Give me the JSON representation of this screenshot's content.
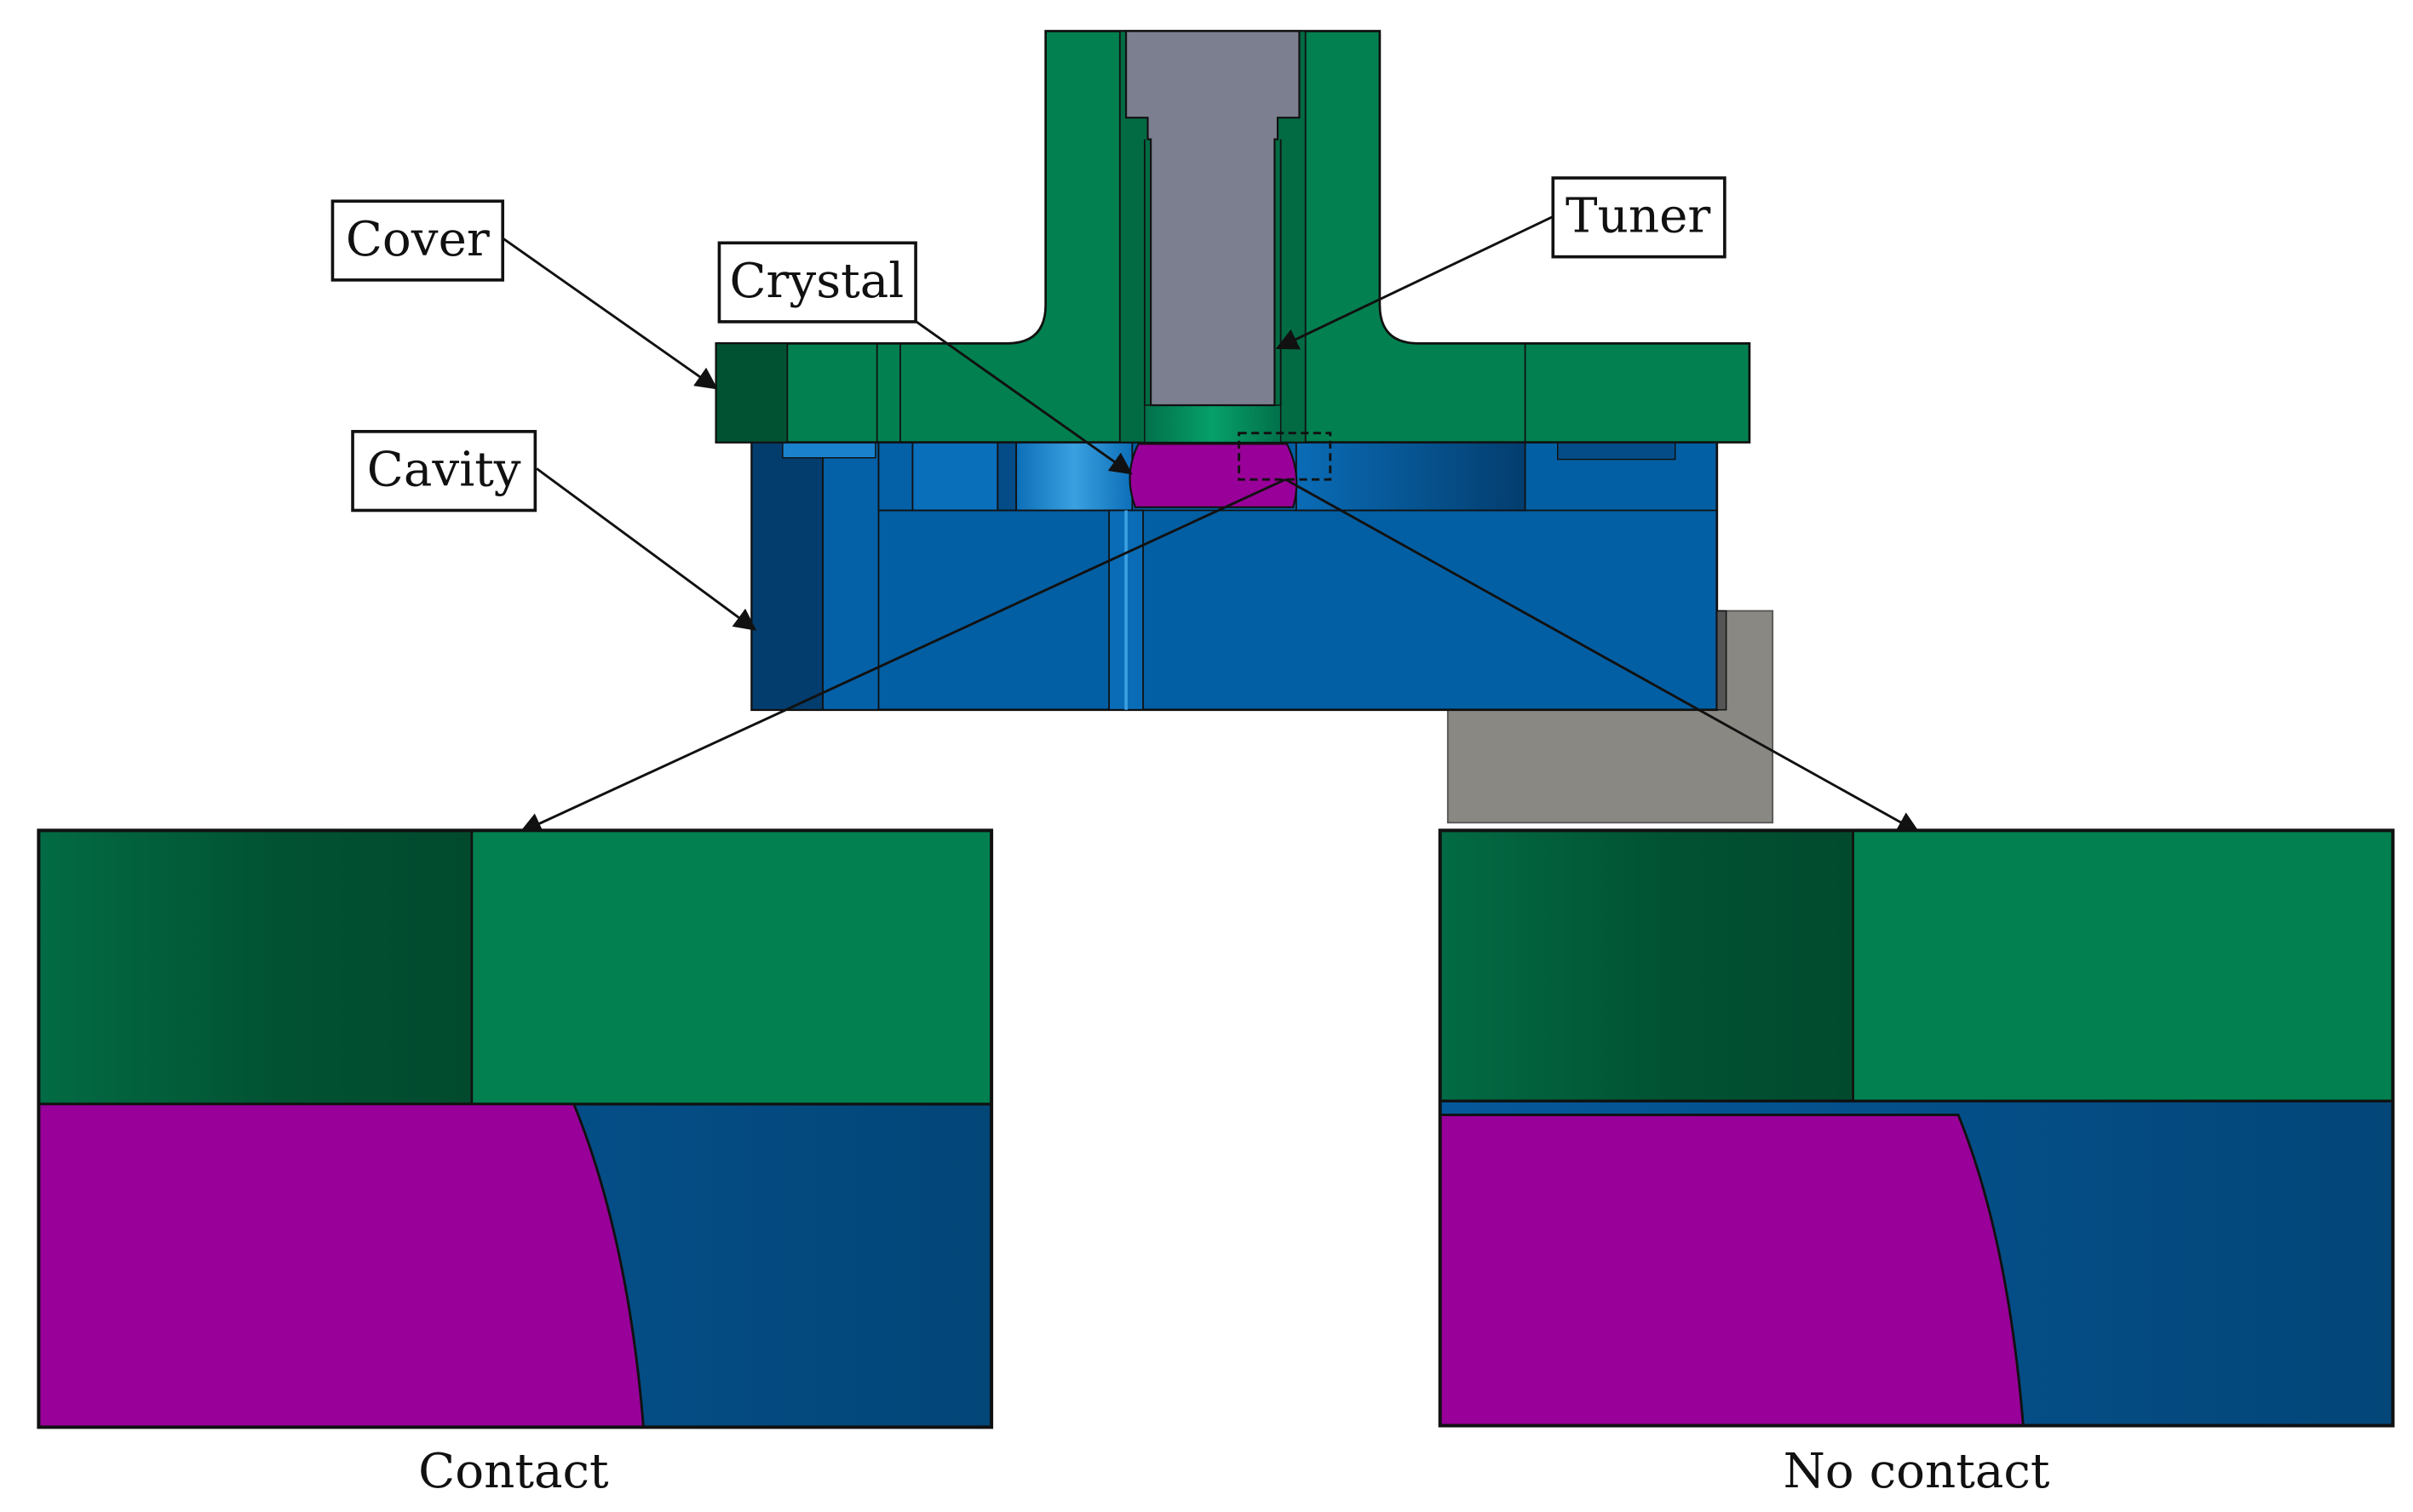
{
  "labels": {
    "cover": "Cover",
    "crystal": "Crystal",
    "cavity": "Cavity",
    "tuner": "Tuner"
  },
  "captions": {
    "left": "Contact",
    "right": "No contact"
  },
  "colors": {
    "cover_green": "#028050",
    "cover_dark": "#015233",
    "cover_mid": "#02704a",
    "cavity_blue": "#035fa3",
    "cavity_dark": "#033d6e",
    "cavity_light": "#1a82cc",
    "cavity_zoom": "#04528a",
    "crystal": "#990099",
    "tuner": "#7b7f8f",
    "base": "#8a8882",
    "outline": "#111111"
  }
}
